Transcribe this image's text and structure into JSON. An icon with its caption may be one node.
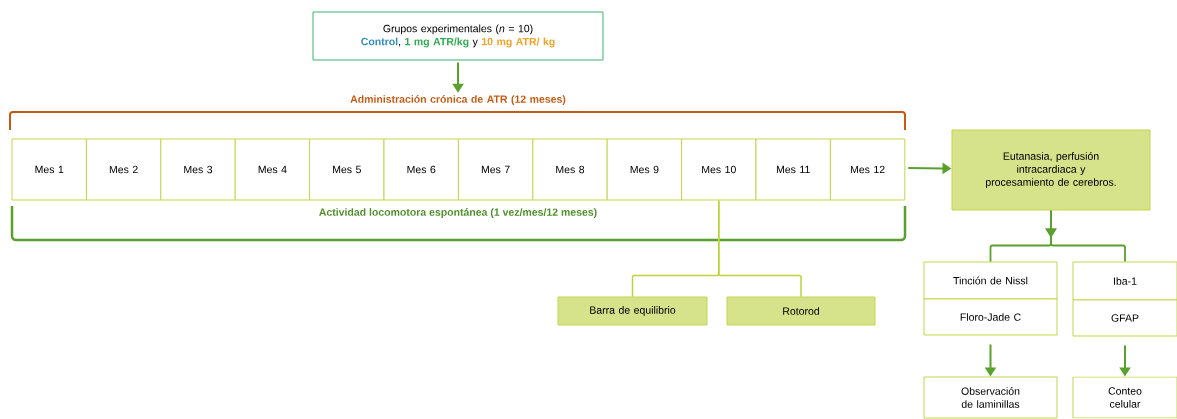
{
  "diagram": {
    "nodes": [
      {
        "text": [
          "Grupos experimentales (*n* = 10)",
          "Control",
          ",",
          "1 mg ATR/kg",
          "y",
          "10 mg ATR/ kg"
        ]
      },
      {
        "text": [
          "Administración crónica de ATR (12 meses)"
        ]
      },
      {
        "text": [
          "Mes 1"
        ]
      },
      {
        "text": [
          "Mes 2"
        ]
      },
      {
        "text": [
          "Mes 3"
        ]
      },
      {
        "text": [
          "Mes 4"
        ]
      },
      {
        "text": [
          "Mes 5"
        ]
      },
      {
        "text": [
          "Mes 6"
        ]
      },
      {
        "text": [
          "Mes 7"
        ]
      },
      {
        "text": [
          "Mes 8"
        ]
      },
      {
        "text": [
          "Mes 9"
        ]
      },
      {
        "text": [
          "Mes 10"
        ]
      },
      {
        "text": [
          "Mes 11"
        ]
      },
      {
        "text": [
          "Mes 12"
        ]
      },
      {
        "text": [
          "Barra de equilibrio"
        ]
      },
      {
        "text": [
          "Rotorod"
        ]
      },
      {
        "text": [
          "Eutanasia, perfusión intracardiaca y procesamiento de cerebros."
        ]
      },
      {
        "text": [
          "Tinción de Nissl"
        ]
      },
      {
        "text": [
          "Floro-Jade C"
        ]
      },
      {
        "text": [
          "Iba-1"
        ]
      },
      {
        "text": [
          "GFAP"
        ]
      },
      {
        "text": [
          "Observación de laminillas"
        ]
      },
      {
        "text": [
          "Conteo celular"
        ]
      }
    ],
    "edges": [
      {
        "from": 0,
        "to": 1,
        "arrow": "to"
      },
      {
        "from": 11,
        "to": 14,
        "arrow": "none",
        "color": "#bfd33a"
      },
      {
        "from": 11,
        "to": 15,
        "arrow": "none",
        "color": "#bfd33a"
      },
      {
        "from": 13,
        "to": 16,
        "arrow": "to"
      },
      {
        "from": 16,
        "to": 17,
        "arrow": "to"
      },
      {
        "from": 16,
        "to": 19,
        "arrow": "to"
      },
      {
        "from": 18,
        "to": 21,
        "arrow": "to"
      },
      {
        "from": 20,
        "to": 22,
        "arrow": "to"
      }
    ],
    "labels": [
      "Actividad locomotora espontánea (1 vez/mes/12 meses)"
    ]
  }
}
